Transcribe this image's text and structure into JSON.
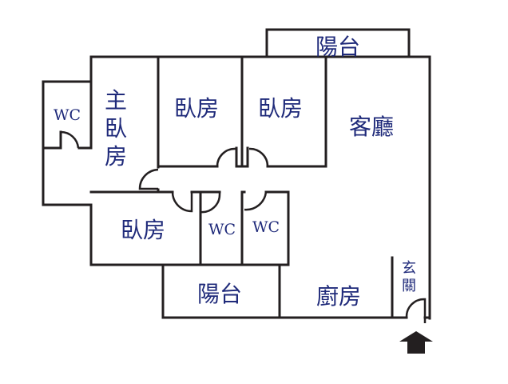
{
  "plan": {
    "balcony_top": "陽台",
    "master_bedroom": [
      "主",
      "臥",
      "房"
    ],
    "bedroom_1": "臥房",
    "bedroom_2": "臥房",
    "living_room": "客廳",
    "wc_master": "WC",
    "bedroom_3": "臥房",
    "wc_2": "WC",
    "wc_3": "WC",
    "balcony_bottom": "陽台",
    "kitchen": "廚房",
    "entrance": [
      "玄",
      "關"
    ]
  },
  "colors": {
    "wall": "#231f20",
    "label": "#1f2a7a"
  }
}
